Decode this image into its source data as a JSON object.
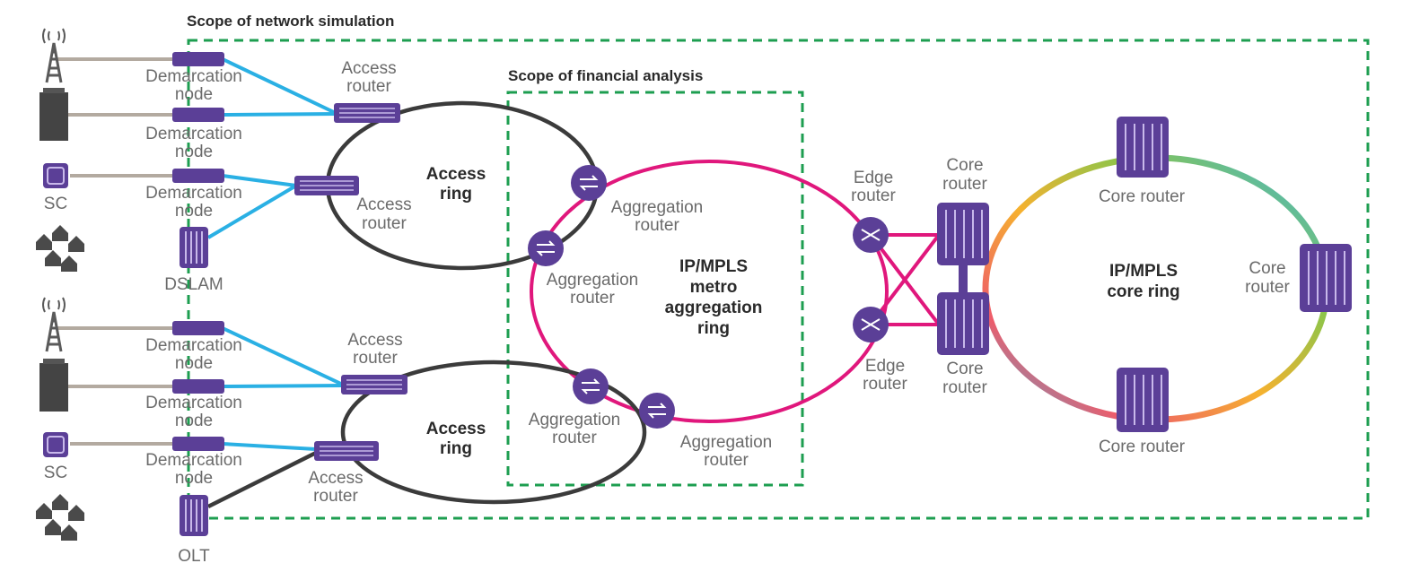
{
  "scopes": {
    "network_simulation": "Scope of network simulation",
    "financial_analysis": "Scope of financial analysis"
  },
  "labels": {
    "demarcation_node": [
      "Demarcation",
      "node"
    ],
    "access_router": [
      "Access",
      "router"
    ],
    "aggregation_router": [
      "Aggregation",
      "router"
    ],
    "edge_router": [
      "Edge",
      "router"
    ],
    "core_router": [
      "Core",
      "router"
    ],
    "core_router_inline": "Core router",
    "sc": "SC",
    "dslam": "DSLAM",
    "olt": "OLT"
  },
  "rings": {
    "access": [
      "Access",
      "ring"
    ],
    "metro": [
      "IP/MPLS",
      "metro",
      "aggregation",
      "ring"
    ],
    "core": [
      "IP/MPLS",
      "core ring"
    ]
  },
  "colors": {
    "scope_border": "#1d9e50",
    "access_link": "#2ab0e4",
    "grey_link": "#b3aaa0",
    "access_ring": "#3b3b3b",
    "metro_ring": "#e0177c",
    "device": "#5b3f97",
    "device_light": "#7d5fb8"
  },
  "icons": {
    "cell_tower": "cell-tower-icon",
    "building": "building-icon",
    "small_cell": "small-cell-icon",
    "houses": "houses-icon",
    "router": "router-icon",
    "switch": "switch-icon",
    "rack": "rack-icon"
  }
}
